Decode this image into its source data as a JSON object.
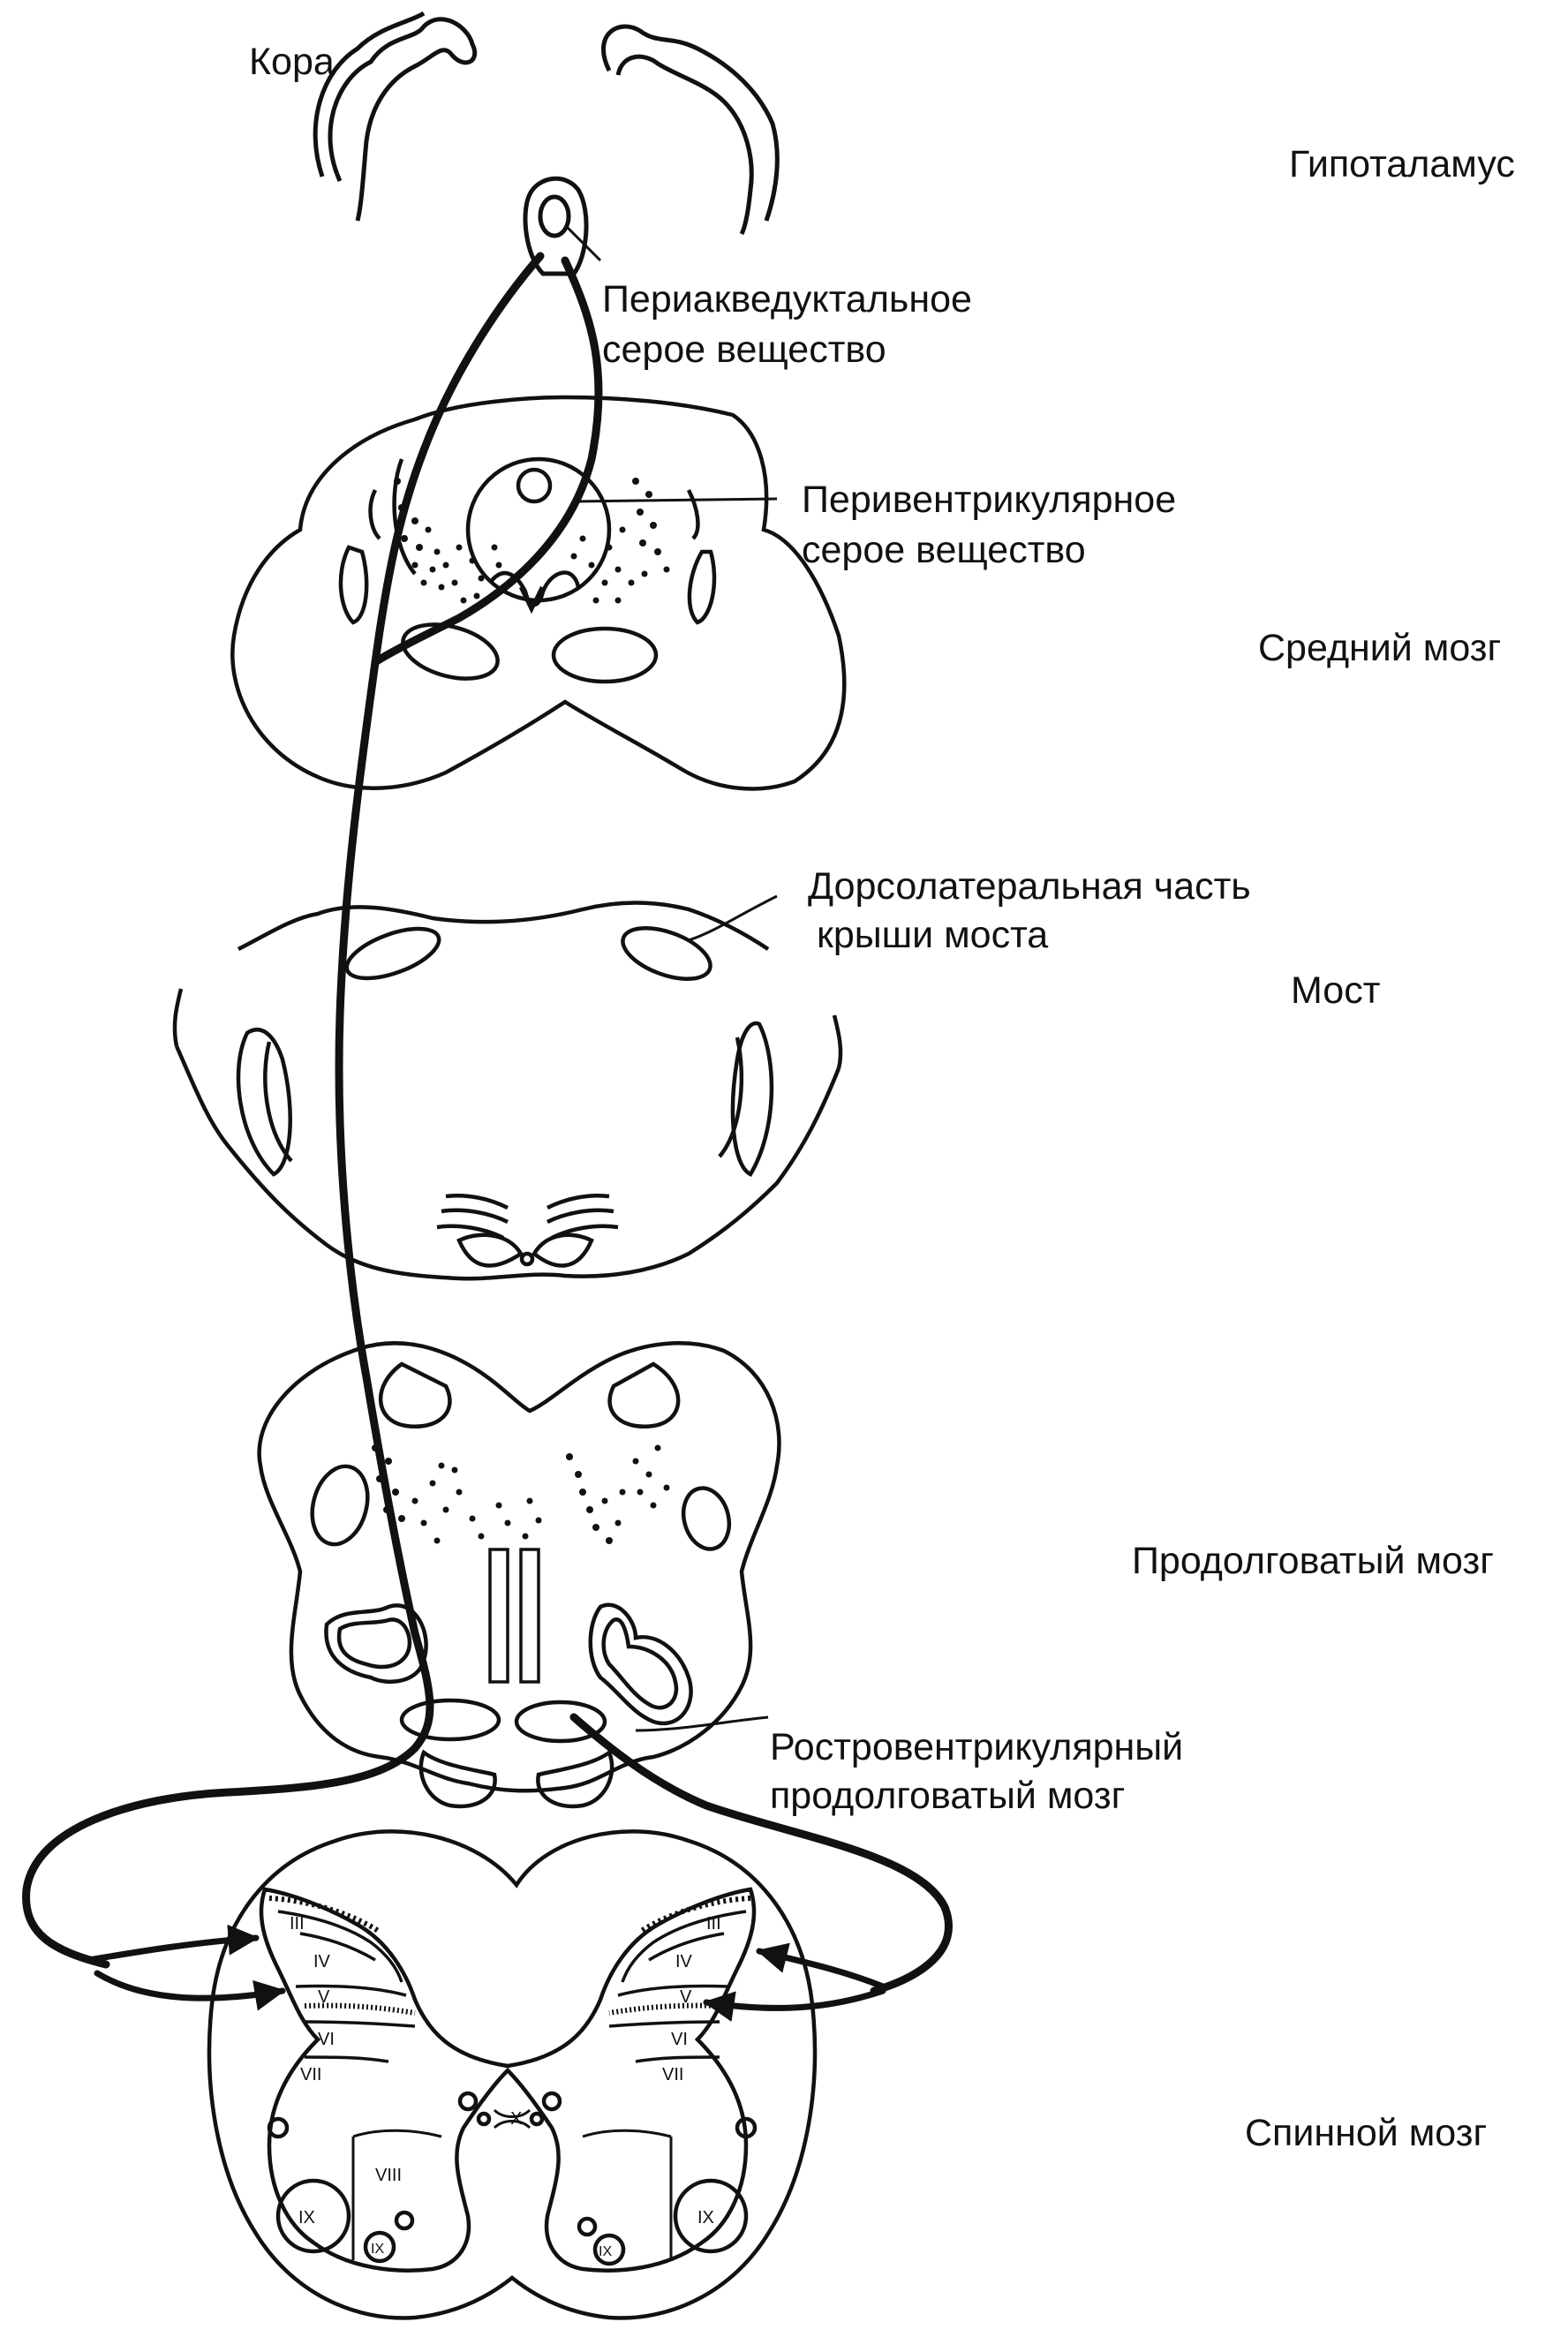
{
  "labels": {
    "cortex": "Кора",
    "hypothalamus": "Гипоталамус",
    "periaqueductal_line1": "Периакведуктальное",
    "periaqueductal_line2": "серое вещество",
    "periventricular_line1": "Перивентрикулярное",
    "periventricular_line2": "серое вещество",
    "midbrain": "Средний мозг",
    "dorsolateral_line1": "Дорсолатеральная часть",
    "dorsolateral_line2": "крыши моста",
    "pons": "Мост",
    "medulla": "Продолговатый мозг",
    "rostroventral_line1": "Ростровентрикулярный",
    "rostroventral_line2": "продолговатый мозг",
    "spinal_cord": "Спинной мозг"
  },
  "laminae": {
    "left": [
      "III",
      "IV",
      "V",
      "VI",
      "VII",
      "VIII",
      "IX",
      "IX"
    ],
    "center": "X",
    "right": [
      "III",
      "IV",
      "V",
      "VI",
      "VII",
      "IX",
      "IX"
    ]
  },
  "colors": {
    "ink": "#111111",
    "background": "#ffffff"
  }
}
